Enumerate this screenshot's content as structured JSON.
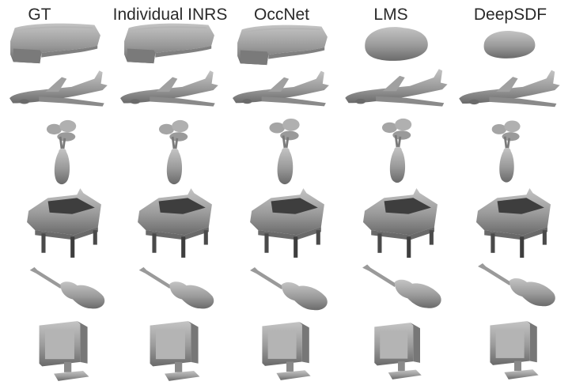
{
  "columns": [
    {
      "label": "GT"
    },
    {
      "label": "Individual INRS"
    },
    {
      "label": "OccNet"
    },
    {
      "label": "LMS"
    },
    {
      "label": "DeepSDF"
    }
  ],
  "rows": [
    {
      "object": "sofa-icon"
    },
    {
      "object": "airplane-icon"
    },
    {
      "object": "vase-with-flowers-icon"
    },
    {
      "object": "piano-icon"
    },
    {
      "object": "guitar-icon"
    },
    {
      "object": "monitor-icon"
    }
  ],
  "style": {
    "shape_fill": "#9a9a9a",
    "shape_highlight": "#c4c4c4",
    "shape_shadow": "#5a5a5a",
    "text_color": "#2a2a2a",
    "background": "#ffffff"
  }
}
